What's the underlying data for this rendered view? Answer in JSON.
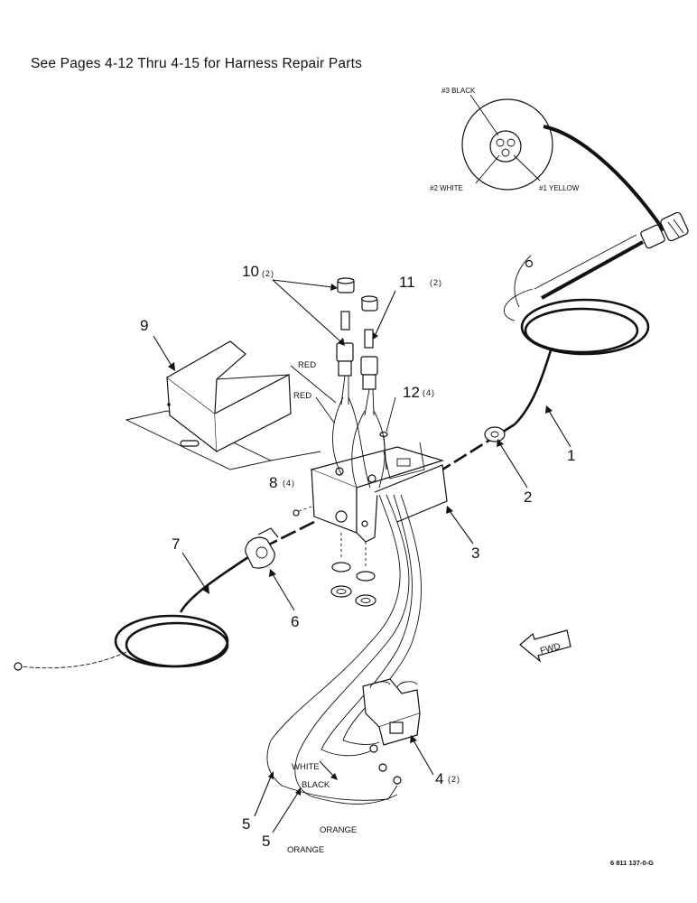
{
  "header_note": "See Pages 4-12 Thru 4-15 for Harness Repair Parts",
  "connector_inset": {
    "pin3": "#3 BLACK",
    "pin2": "#2 WHITE",
    "pin1": "#1 YELLOW"
  },
  "callouts": {
    "c1": "1",
    "c2": "2",
    "c3": "3",
    "c4": "4",
    "c4_qty": "(2)",
    "c5a": "5",
    "c5b": "5",
    "c6": "6",
    "c7": "7",
    "c8": "8",
    "c8_qty": "(4)",
    "c9": "9",
    "c10": "10",
    "c10_qty": "(2)",
    "c11": "11",
    "c11_qty": "(2)",
    "c12": "12",
    "c12_qty": "(4)"
  },
  "wire_labels": {
    "red_upper": "RED",
    "red_lower": "RED",
    "white": "WHITE",
    "black": "BLACK",
    "orange_upper": "ORANGE",
    "orange_lower": "ORANGE"
  },
  "fwd_arrow": "FWD",
  "drawing_number": "6 811 137-0-G"
}
